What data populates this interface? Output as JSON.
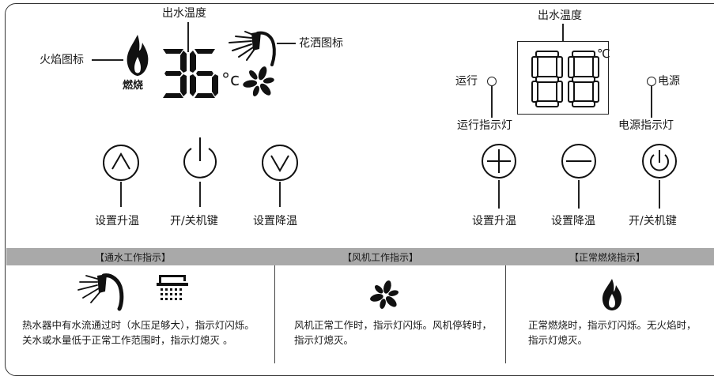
{
  "left_panel": {
    "outlet_temp_label": "出水温度",
    "flame_icon_label": "火焰图标",
    "shower_icon_label": "花洒图标",
    "burning_label": "燃烧",
    "temp_value": "36",
    "temp_unit": "°c",
    "btn_up_label": "设置升温",
    "btn_power_label": "开/关机键",
    "btn_down_label": "设置降温"
  },
  "right_panel": {
    "outlet_temp_label": "出水温度",
    "display_value": "88",
    "display_unit": "℃",
    "run_label": "运行",
    "power_label": "电源",
    "run_indicator_label": "运行指示灯",
    "power_indicator_label": "电源指示灯",
    "btn_up_label": "设置升温",
    "btn_down_label": "设置降温",
    "btn_power_label": "开/关机键"
  },
  "indicators": [
    {
      "title": "【通水工作指示】",
      "desc": "热水器中有水流通过时（水压足够大），指示灯闪烁。关水或水量低于正常工作范围时，指示灯熄灭 。"
    },
    {
      "title": "【风机工作指示】",
      "desc": "风机正常工作时，指示灯闪烁。风机停转时，指示灯熄灭。"
    },
    {
      "title": "【正常燃烧指示】",
      "desc": "正常燃烧时，指示灯闪烁。无火焰时，指示灯熄灭。"
    }
  ]
}
